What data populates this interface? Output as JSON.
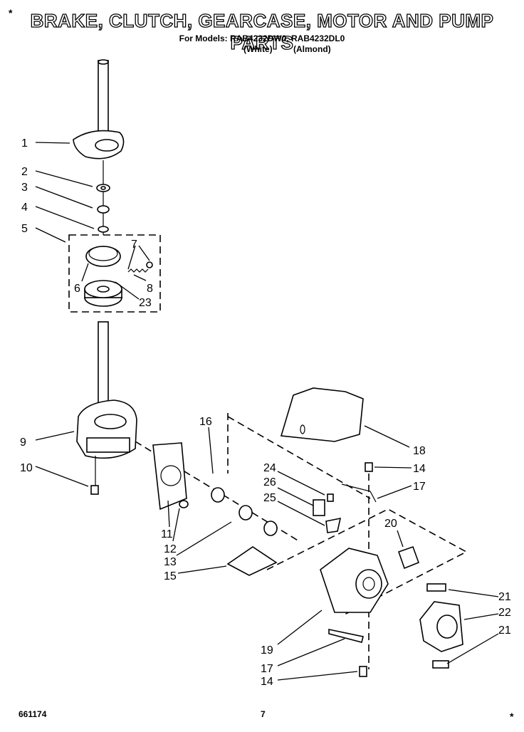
{
  "header": {
    "corner_mark": "*",
    "title": "BRAKE, CLUTCH, GEARCASE, MOTOR AND PUMP PARTS",
    "models_line": "For Models: RAB4232DW0, RAB4232DL0",
    "color_white": "(White)",
    "color_almond": "(Almond)"
  },
  "footer": {
    "doc_number": "661174",
    "page_number": "7",
    "corner_mark": "*"
  },
  "callouts": [
    "1",
    "2",
    "3",
    "4",
    "5",
    "6",
    "7",
    "8",
    "23",
    "9",
    "10",
    "16",
    "11",
    "12",
    "13",
    "15",
    "18",
    "14",
    "24",
    "26",
    "25",
    "17",
    "20",
    "21",
    "22",
    "19",
    "21",
    "17",
    "14"
  ]
}
